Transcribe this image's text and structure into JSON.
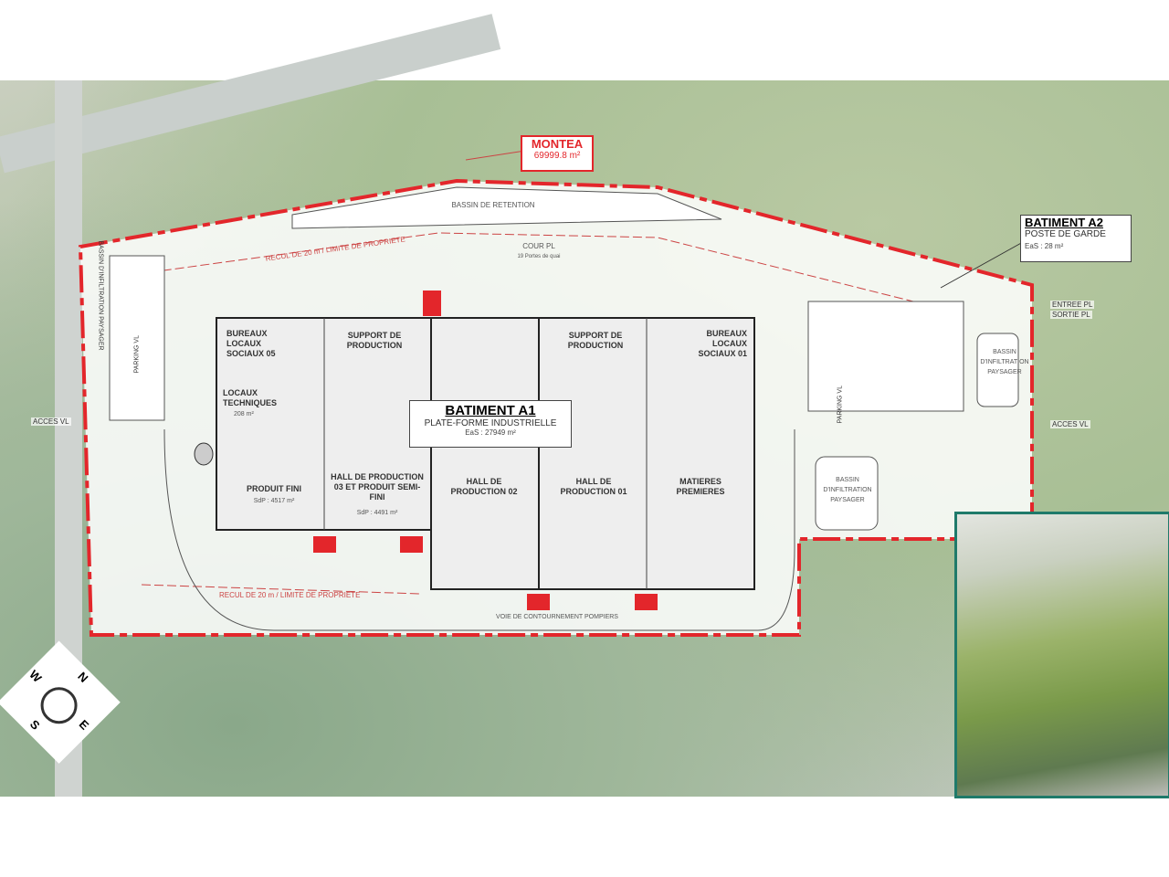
{
  "colors": {
    "boundary": "#e3262b",
    "inset_border": "#1f7a6a"
  },
  "site": {
    "name": "MONTEA",
    "area": "69999.8 m²"
  },
  "labels": {
    "bassin_retention": "BASSIN DE RETENTION",
    "cour_pl": "COUR PL",
    "portes": "19 Portes de quai",
    "recul_top": "RECUL DE 20 m / LIMITE DE PROPRIETE",
    "recul_bottom": "RECUL DE 20 m / LIMITE DE PROPRIETE",
    "bassin_left": "BASSIN D'INFILTRATION PAYSAGER",
    "bassin_right": "BASSIN D'INFILTRATION PAYSAGER",
    "bassin_bottom": "BASSIN D'INFILTRATION PAYSAGER",
    "parking_left": "PARKING VL",
    "parking_right": "PARKING VL",
    "voie": "VOIE DE CONTOURNEMENT POMPIERS",
    "entree_pl": "ENTREE PL",
    "sortie_pl": "SORTIE PL",
    "acces_vl_left": "ACCES VL",
    "acces_vl_right": "ACCES VL"
  },
  "batiment_a1": {
    "title": "BATIMENT A1",
    "subtitle": "PLATE-FORME INDUSTRIELLE",
    "area": "EaS : 27949 m²"
  },
  "batiment_a2": {
    "title": "BATIMENT A2",
    "subtitle": "POSTE DE GARDE",
    "area": "EaS : 28 m²"
  },
  "rooms": {
    "bureaux05": "BUREAUX LOCAUX SOCIAUX 05",
    "support1": "SUPPORT DE PRODUCTION",
    "support2": "SUPPORT DE PRODUCTION",
    "bureaux01": "BUREAUX LOCAUX SOCIAUX 01",
    "locaux_tech": "LOCAUX TECHNIQUES",
    "locaux_tech_area": "208 m²",
    "produit_fini": "PRODUIT FINI",
    "produit_fini_area": "SdP : 4517 m²",
    "hall03": "HALL DE PRODUCTION 03 ET PRODUIT SEMI-FINI",
    "hall03_area": "SdP : 4491 m²",
    "hall02": "HALL DE PRODUCTION 02",
    "hall01": "HALL DE PRODUCTION 01",
    "matieres": "MATIERES PREMIERES"
  },
  "compass": {
    "n": "N",
    "e": "E",
    "s": "S",
    "w": "W"
  }
}
